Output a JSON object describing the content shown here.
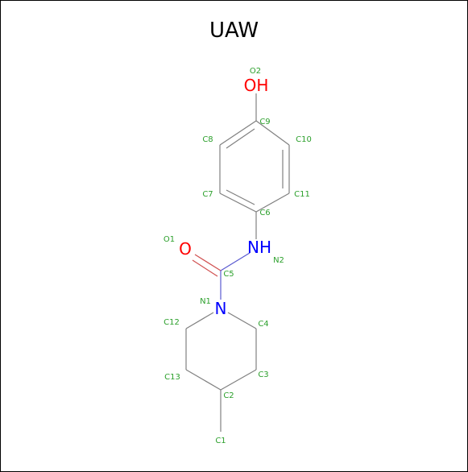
{
  "title": "UAW",
  "colors": {
    "carbon_bond": "#808080",
    "oxygen": "#ff0000",
    "nitrogen": "#0000ff",
    "index_label": "#2ca02c"
  },
  "atoms": {
    "O2": {
      "index": "O2",
      "symbol": "OH"
    },
    "C9": {
      "index": "C9"
    },
    "C8": {
      "index": "C8"
    },
    "C10": {
      "index": "C10"
    },
    "C7": {
      "index": "C7"
    },
    "C11": {
      "index": "C11"
    },
    "C6": {
      "index": "C6"
    },
    "O1": {
      "index": "O1",
      "symbol": "O"
    },
    "N2": {
      "index": "N2",
      "symbol": "NH"
    },
    "C5": {
      "index": "C5"
    },
    "N1": {
      "index": "N1",
      "symbol": "N"
    },
    "C12": {
      "index": "C12"
    },
    "C4": {
      "index": "C4"
    },
    "C13": {
      "index": "C13"
    },
    "C3": {
      "index": "C3"
    },
    "C2": {
      "index": "C2"
    },
    "C1": {
      "index": "C1"
    }
  }
}
